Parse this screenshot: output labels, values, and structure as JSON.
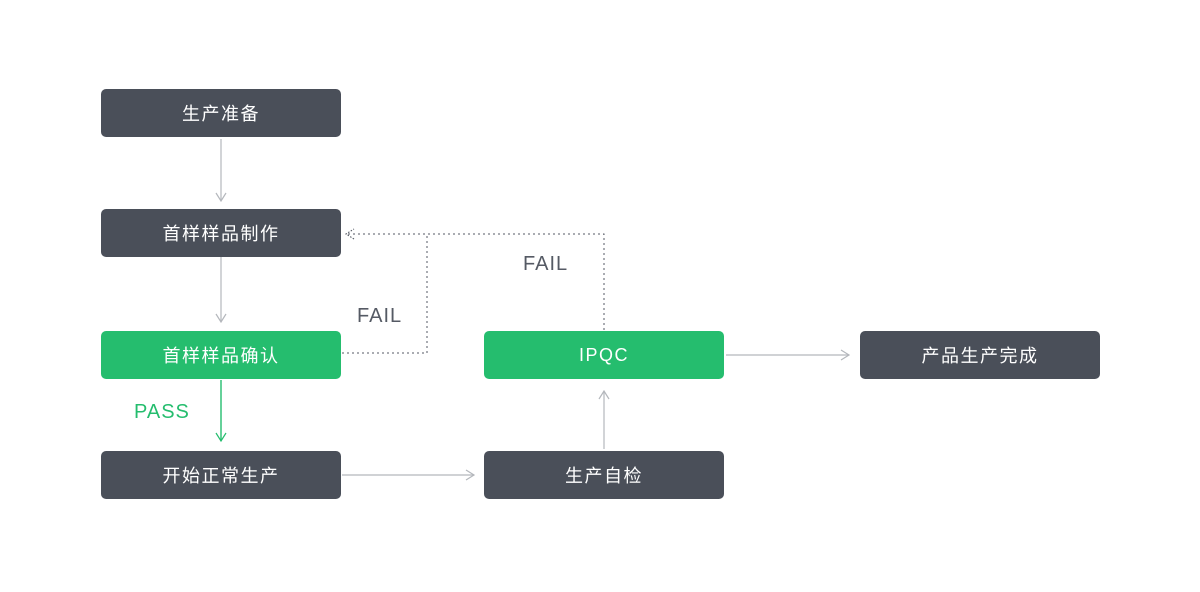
{
  "diagram": {
    "nodes": {
      "prep": {
        "label": "生产准备",
        "type": "dark"
      },
      "sample_make": {
        "label": "首样样品制作",
        "type": "dark"
      },
      "sample_confirm": {
        "label": "首样样品确认",
        "type": "green"
      },
      "start_production": {
        "label": "开始正常生产",
        "type": "dark"
      },
      "self_check": {
        "label": "生产自检",
        "type": "dark"
      },
      "ipqc": {
        "label": "IPQC",
        "type": "green"
      },
      "complete": {
        "label": "产品生产完成",
        "type": "dark"
      }
    },
    "edge_labels": {
      "pass": "PASS",
      "fail_confirm": "FAIL",
      "fail_ipqc": "FAIL"
    },
    "edges": [
      {
        "from": "prep",
        "to": "sample_make",
        "style": "solid-gray",
        "label": ""
      },
      {
        "from": "sample_make",
        "to": "sample_confirm",
        "style": "solid-gray",
        "label": ""
      },
      {
        "from": "sample_confirm",
        "to": "start_production",
        "style": "solid-green",
        "label": "PASS"
      },
      {
        "from": "start_production",
        "to": "self_check",
        "style": "solid-gray",
        "label": ""
      },
      {
        "from": "self_check",
        "to": "ipqc",
        "style": "solid-gray",
        "label": ""
      },
      {
        "from": "ipqc",
        "to": "complete",
        "style": "solid-gray",
        "label": ""
      },
      {
        "from": "sample_confirm",
        "to": "sample_make",
        "style": "dotted-dark",
        "label": "FAIL"
      },
      {
        "from": "ipqc",
        "to": "sample_make",
        "style": "dotted-dark",
        "label": "FAIL"
      }
    ],
    "colors": {
      "node_dark": "#4a4f59",
      "node_green": "#25bd6e",
      "arrow_gray": "#b4b7bc",
      "dashed_line": "#555a64",
      "pass_text": "#25bd6e",
      "fail_text": "#555a64",
      "background": "#ffffff"
    }
  }
}
